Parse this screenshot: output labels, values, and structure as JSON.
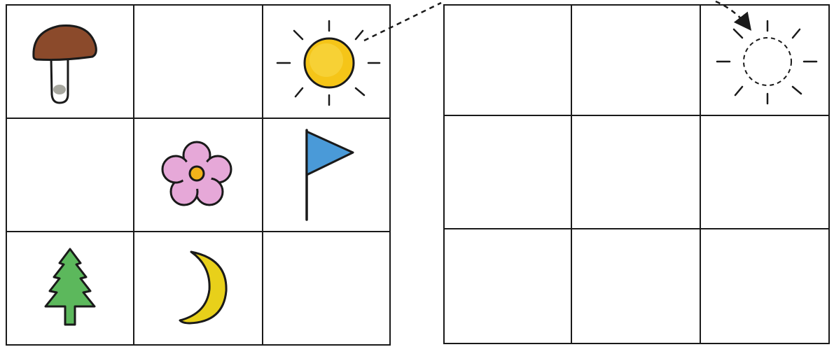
{
  "source_grid": {
    "cells": [
      {
        "row": 1,
        "col": 1,
        "icon": "mushroom-icon"
      },
      {
        "row": 1,
        "col": 2,
        "icon": ""
      },
      {
        "row": 1,
        "col": 3,
        "icon": "sun-icon"
      },
      {
        "row": 2,
        "col": 1,
        "icon": ""
      },
      {
        "row": 2,
        "col": 2,
        "icon": "flower-icon"
      },
      {
        "row": 2,
        "col": 3,
        "icon": "flag-icon"
      },
      {
        "row": 3,
        "col": 1,
        "icon": "fir-tree-icon"
      },
      {
        "row": 3,
        "col": 2,
        "icon": "crescent-moon-icon"
      },
      {
        "row": 3,
        "col": 3,
        "icon": ""
      }
    ]
  },
  "target_grid": {
    "cells": [
      {
        "row": 1,
        "col": 1,
        "icon": ""
      },
      {
        "row": 1,
        "col": 2,
        "icon": ""
      },
      {
        "row": 1,
        "col": 3,
        "icon": "sun-outline-dashed-icon"
      },
      {
        "row": 2,
        "col": 1,
        "icon": ""
      },
      {
        "row": 2,
        "col": 2,
        "icon": ""
      },
      {
        "row": 2,
        "col": 3,
        "icon": ""
      },
      {
        "row": 3,
        "col": 1,
        "icon": ""
      },
      {
        "row": 3,
        "col": 2,
        "icon": ""
      },
      {
        "row": 3,
        "col": 3,
        "icon": ""
      }
    ]
  },
  "connector": {
    "from": "sun-icon",
    "to": "sun-outline-dashed-icon",
    "style": "dashed-arrow"
  },
  "colors": {
    "line": "#1a1a1a",
    "mushroom_cap": "#8b4a2b",
    "mushroom_stem": "#ffffff",
    "mushroom_spot": "#a8a8a0",
    "sun": "#f5c518",
    "sun_edge": "#e0a800",
    "flower_petals": "#e6a8d8",
    "flower_center": "#f2b21a",
    "flag": "#4a9ad8",
    "tree": "#5cb85c",
    "moon": "#e8d01a"
  }
}
